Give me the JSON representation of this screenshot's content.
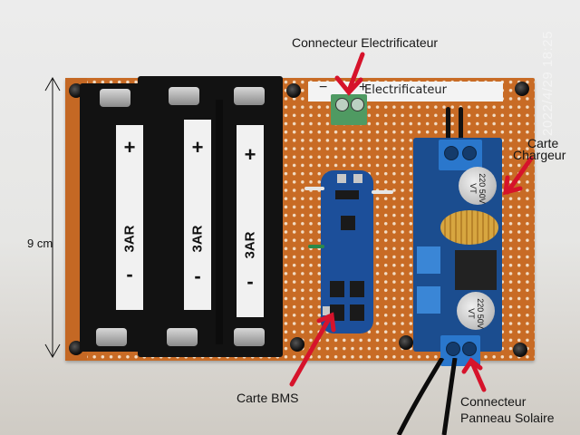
{
  "annotations": {
    "connecteur_electrificateur": "Connecteur Electrificateur",
    "carte_chargeur_line1": "Carte",
    "carte_chargeur_line2": "Chargeur",
    "carte_bms": "Carte BMS",
    "connecteur_panneau_line1": "Connecteur",
    "connecteur_panneau_line2": "Panneau Solaire",
    "dimension": "9 cm"
  },
  "timestamp": "2022/4/29  18:25",
  "board_markings": {
    "tape_label": "Electrificateur",
    "tape_minus": "−",
    "tape_plus": "+",
    "battery_labels": [
      "3AR",
      "3AR",
      "3AR"
    ],
    "battery_plus": "+",
    "battery_minus": "-",
    "capacitor_text": "220 50V VT"
  },
  "colors": {
    "arrow": "#d6132b",
    "board": "#c86b25",
    "pcb_blue": "#1b4d8f"
  }
}
